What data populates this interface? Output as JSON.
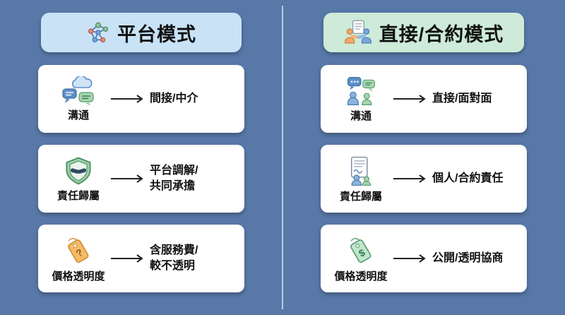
{
  "palette": {
    "background": "#5878a8",
    "divider": "#ccd8e6",
    "left_header_bg": "#c9e2f6",
    "right_header_bg": "#cdebd8",
    "card_bg": "#ffffff",
    "text": "#111111",
    "blue_accent": "#5b8fc7",
    "green_accent": "#8fc79a",
    "orange_accent": "#f0a968"
  },
  "left": {
    "header": {
      "label": "平台模式",
      "icon": "network-icon"
    },
    "cards": [
      {
        "icon": "chat-cloud-icon",
        "label": "溝通",
        "result": "間接/中介"
      },
      {
        "icon": "shield-handshake-icon",
        "label": "責任歸屬",
        "result": "平台調解/\n共同承擔"
      },
      {
        "icon": "price-tag-question-icon",
        "label": "價格透明度",
        "result": "含服務費/\n較不透明"
      }
    ]
  },
  "right": {
    "header": {
      "label": "直接/合約模式",
      "icon": "handshake-document-icon"
    },
    "cards": [
      {
        "icon": "chat-people-icon",
        "label": "溝通",
        "result": "直接/面對面"
      },
      {
        "icon": "document-person-icon",
        "label": "責任歸屬",
        "result": "個人/合約責任"
      },
      {
        "icon": "price-tag-dollar-icon",
        "label": "價格透明度",
        "result": "公開/透明協商"
      }
    ]
  }
}
